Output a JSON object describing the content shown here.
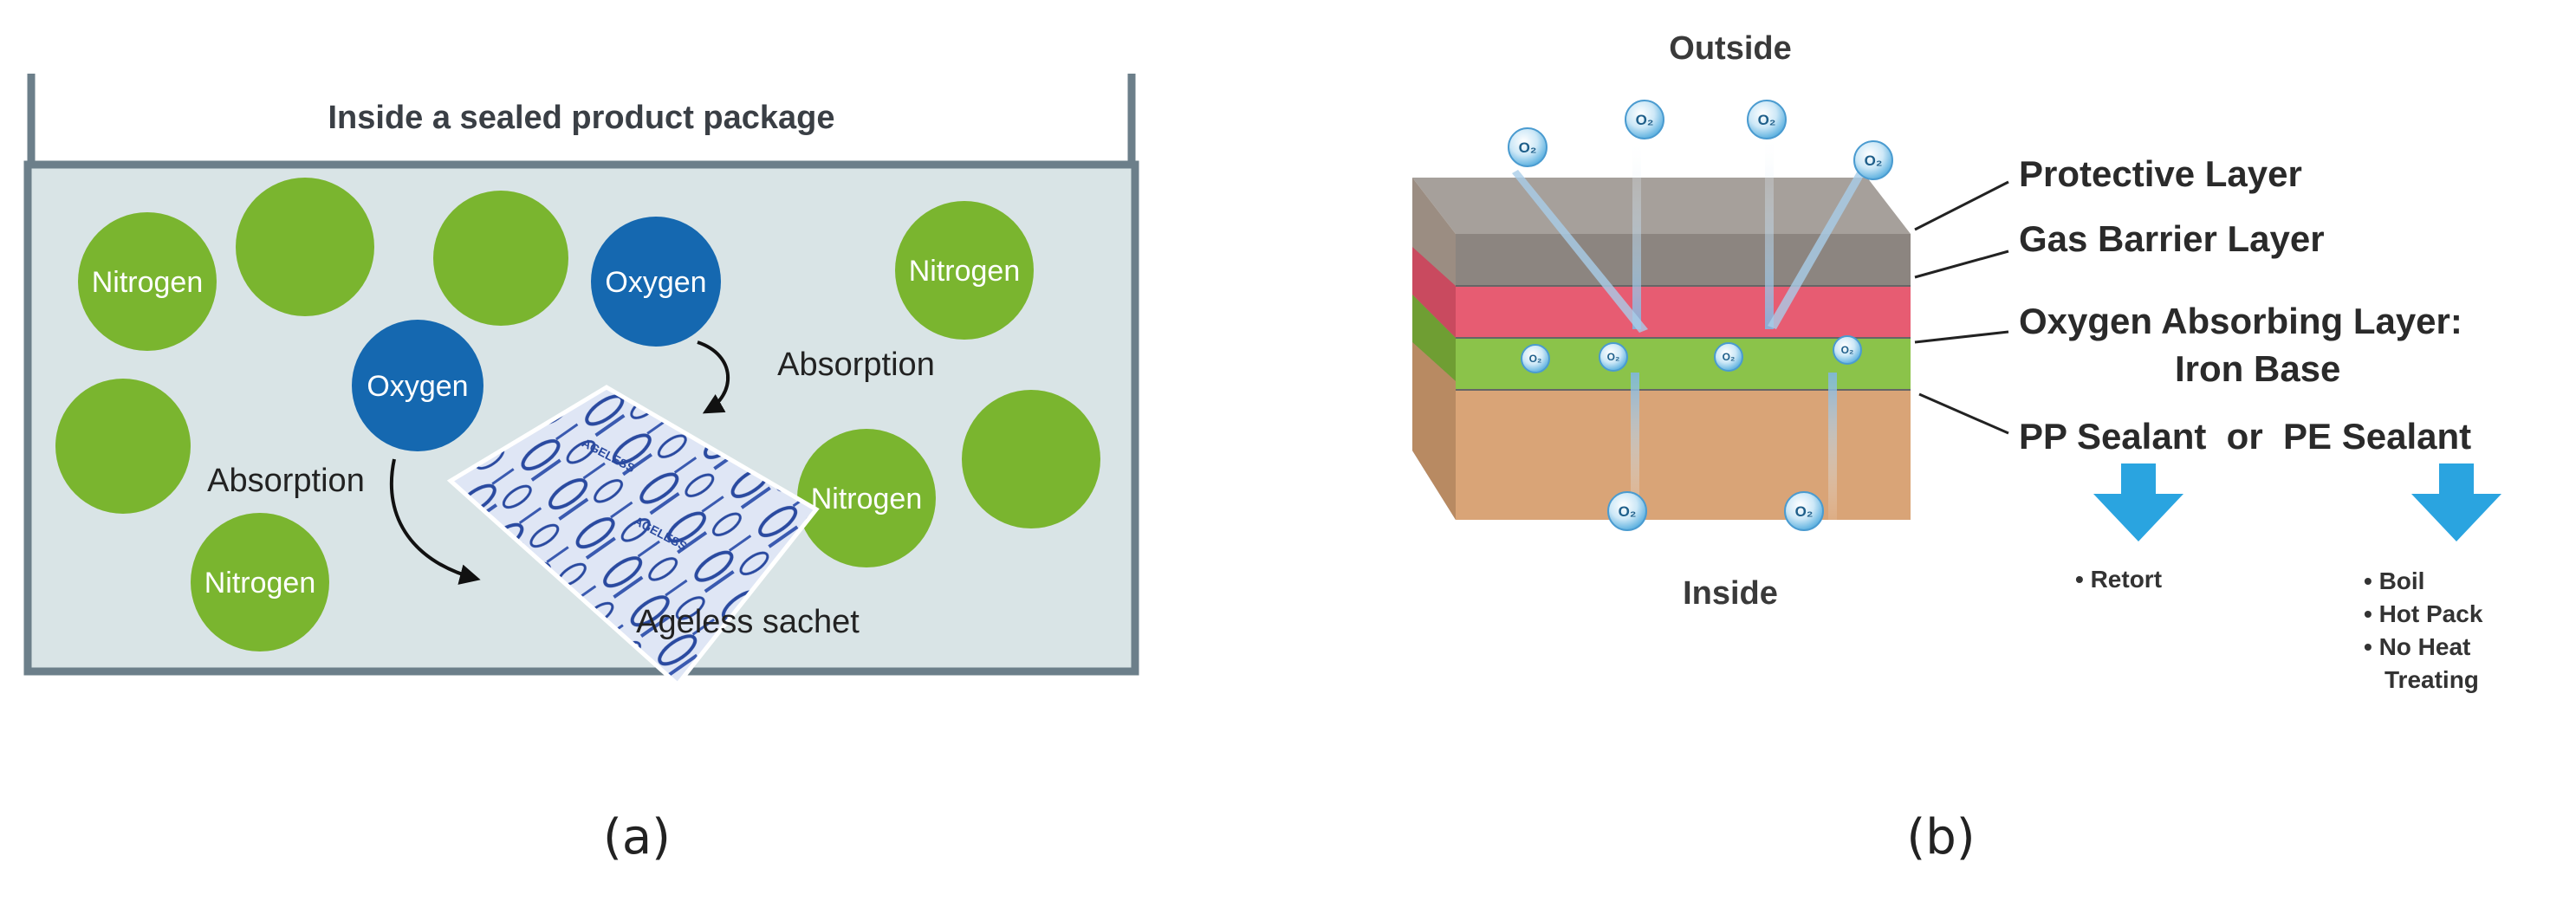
{
  "panel_a": {
    "title": "Inside a sealed product package",
    "molecules": {
      "nitrogen": "Nitrogen",
      "oxygen": "Oxygen"
    },
    "absorption_label": "Absorption",
    "sachet_label": "Ageless sachet",
    "sachet_print": "AGELESS",
    "caption": "(a)",
    "colors": {
      "nitrogen": "#7ab52f",
      "oxygen": "#1568b0",
      "package_fill": "#d9e4e6",
      "package_border": "#6c7f8a"
    }
  },
  "panel_b": {
    "outside_label": "Outside",
    "inside_label": "Inside",
    "o2_symbol": "O₂",
    "layers": {
      "protective": "Protective Layer",
      "gas_barrier": "Gas Barrier Layer",
      "oxygen_absorbing_1": "Oxygen Absorbing Layer:",
      "oxygen_absorbing_2": "Iron Base",
      "sealant": "PP Sealant  or  PE Sealant"
    },
    "pp_uses": [
      "• Retort"
    ],
    "pe_uses": [
      "• Boil",
      "• Hot Pack",
      "• No Heat",
      "Treating"
    ],
    "caption": "(b)",
    "colors": {
      "protective": "#8c8580",
      "gas_barrier": "#e75c72",
      "absorbing": "#8bc34a",
      "sealant": "#d9a477",
      "arrow": "#2aa4e0"
    }
  }
}
